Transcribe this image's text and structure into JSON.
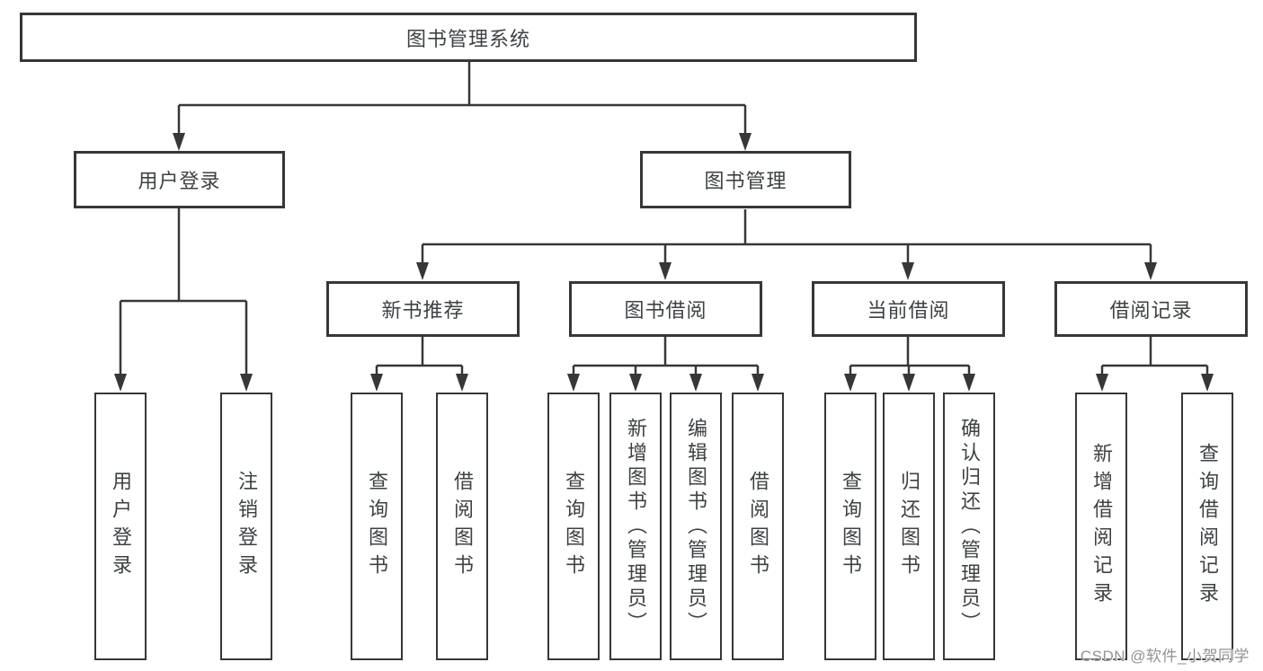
{
  "diagram": {
    "root": {
      "label": "图书管理系统"
    },
    "branches": [
      {
        "label": "用户登录",
        "children": [
          {
            "label": "用户登录"
          },
          {
            "label": "注销登录"
          }
        ]
      },
      {
        "label": "图书管理",
        "children": [
          {
            "label": "新书推荐",
            "children": [
              {
                "label": "查询图书"
              },
              {
                "label": "借阅图书"
              }
            ]
          },
          {
            "label": "图书借阅",
            "children": [
              {
                "label": "查询图书"
              },
              {
                "label": "新增图书（管理员）"
              },
              {
                "label": "编辑图书（管理员）"
              },
              {
                "label": "借阅图书"
              }
            ]
          },
          {
            "label": "当前借阅",
            "children": [
              {
                "label": "查询图书"
              },
              {
                "label": "归还图书"
              },
              {
                "label": "确认归还（管理员）"
              }
            ]
          },
          {
            "label": "借阅记录",
            "children": [
              {
                "label": "新增借阅记录"
              },
              {
                "label": "查询借阅记录"
              }
            ]
          }
        ]
      }
    ]
  },
  "watermark": {
    "text": "CSDN @软件_小贺同学"
  },
  "colors": {
    "line": "#373737",
    "box_border": "#373737",
    "label_text": "#3e4144",
    "watermark": "#929292",
    "background": "#ffffff"
  }
}
